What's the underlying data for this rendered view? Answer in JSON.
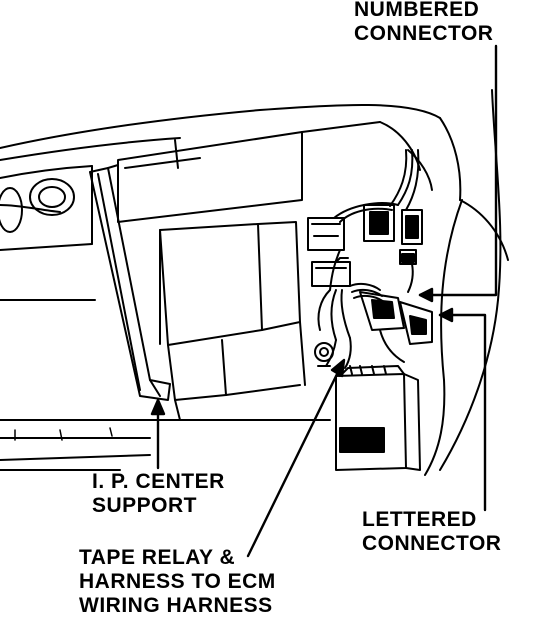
{
  "labels": {
    "numbered_connector": [
      "NUMBERED",
      "CONNECTOR"
    ],
    "ip_center_support": [
      "I. P. CENTER",
      "SUPPORT"
    ],
    "lettered_connector": [
      "LETTERED",
      "CONNECTOR"
    ],
    "tape_relay": [
      "TAPE RELAY &",
      "HARNESS TO ECM",
      "WIRING HARNESS"
    ]
  },
  "colors": {
    "ink": "#000000",
    "paper": "#ffffff"
  }
}
